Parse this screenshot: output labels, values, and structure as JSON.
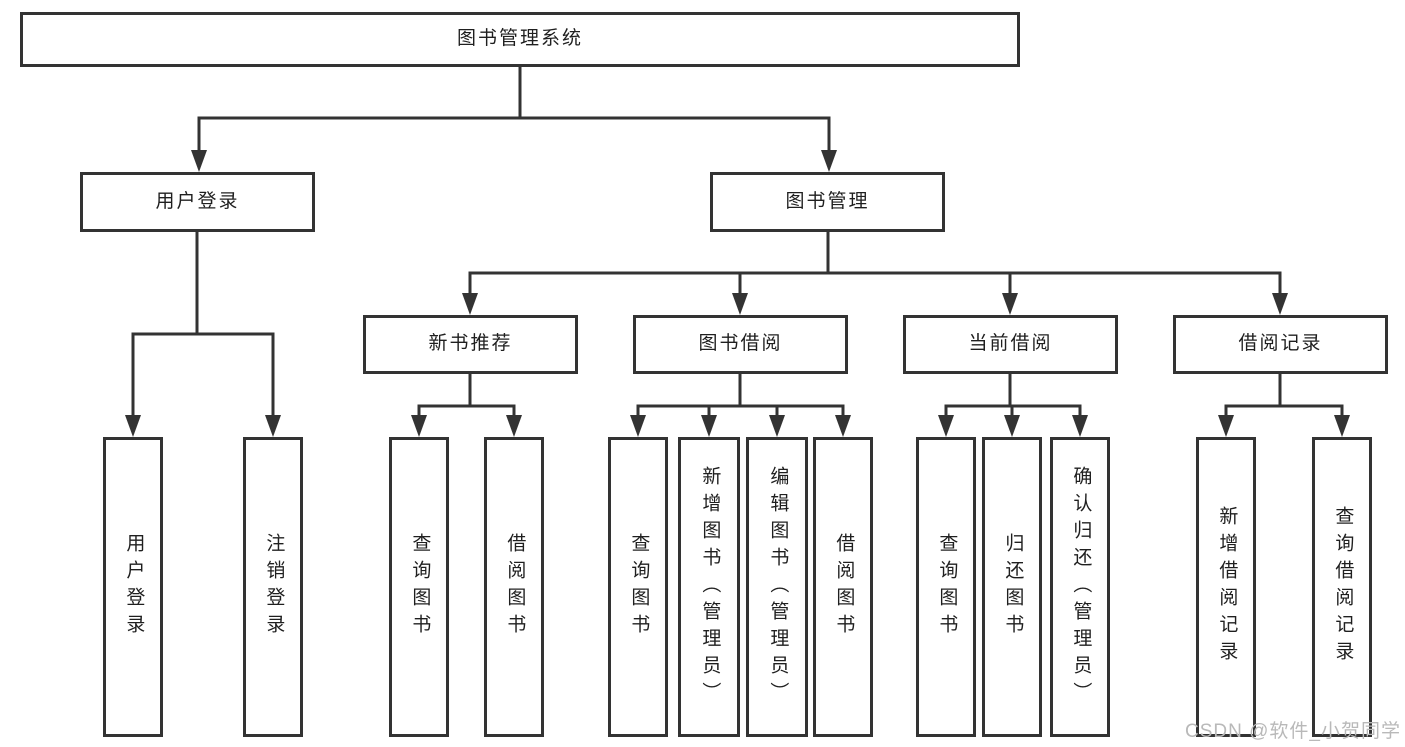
{
  "diagram": {
    "root": {
      "label": "图书管理系统"
    },
    "branches": {
      "user_login": {
        "label": "用户登录",
        "children": [
          {
            "label": "用户登录"
          },
          {
            "label": "注销登录"
          }
        ]
      },
      "book_mgmt": {
        "label": "图书管理",
        "sections": [
          {
            "label": "新书推荐",
            "children": [
              {
                "label": "查询图书"
              },
              {
                "label": "借阅图书"
              }
            ]
          },
          {
            "label": "图书借阅",
            "children": [
              {
                "label": "查询图书"
              },
              {
                "label": "新增图书（管理员）"
              },
              {
                "label": "编辑图书（管理员）"
              },
              {
                "label": "借阅图书"
              }
            ]
          },
          {
            "label": "当前借阅",
            "children": [
              {
                "label": "查询图书"
              },
              {
                "label": "归还图书"
              },
              {
                "label": "确认归还（管理员）"
              }
            ]
          },
          {
            "label": "借阅记录",
            "children": [
              {
                "label": "新增借阅记录"
              },
              {
                "label": "查询借阅记录"
              }
            ]
          }
        ]
      }
    }
  },
  "watermark": {
    "text": "CSDN @软件_小贺同学"
  },
  "colors": {
    "line": "#333333",
    "box_fill": "#ffffff",
    "text": "#1f1f1f",
    "watermark": "#b9b9b9",
    "background": "#ffffff"
  }
}
